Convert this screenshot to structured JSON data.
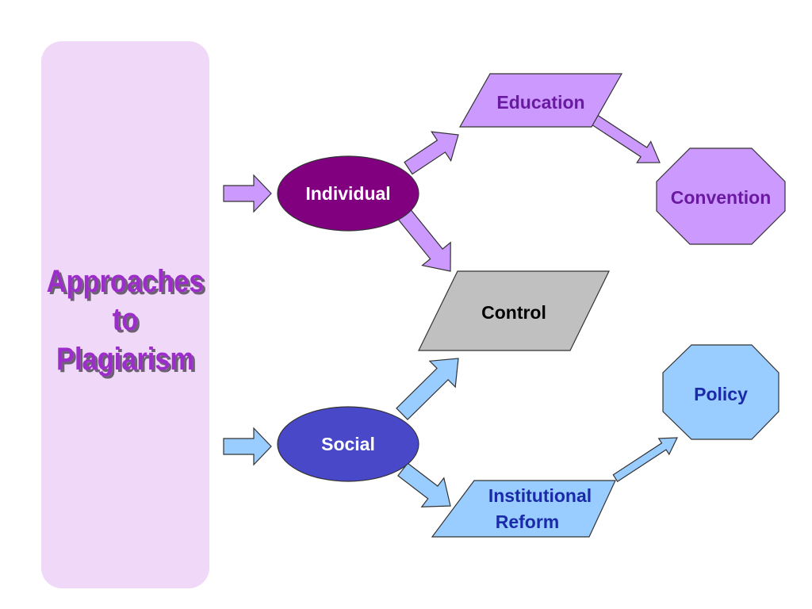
{
  "title_lines": [
    "Approaches",
    "to",
    "Plagiarism"
  ],
  "nodes": {
    "individual": "Individual",
    "social": "Social",
    "education": "Education",
    "convention": "Convention",
    "control": "Control",
    "policy": "Policy",
    "institutional_reform": [
      "Institutional",
      "Reform"
    ]
  },
  "colors": {
    "panel": "#f0d8f8",
    "title_text": "#9b2fc8",
    "individual_fill": "#800080",
    "social_fill": "#4848c8",
    "purple_light": "#cc99ff",
    "purple_text": "#6a1aa0",
    "blue_light": "#99ccff",
    "blue_text": "#1a2aa8",
    "control_fill": "#c0c0c0"
  }
}
